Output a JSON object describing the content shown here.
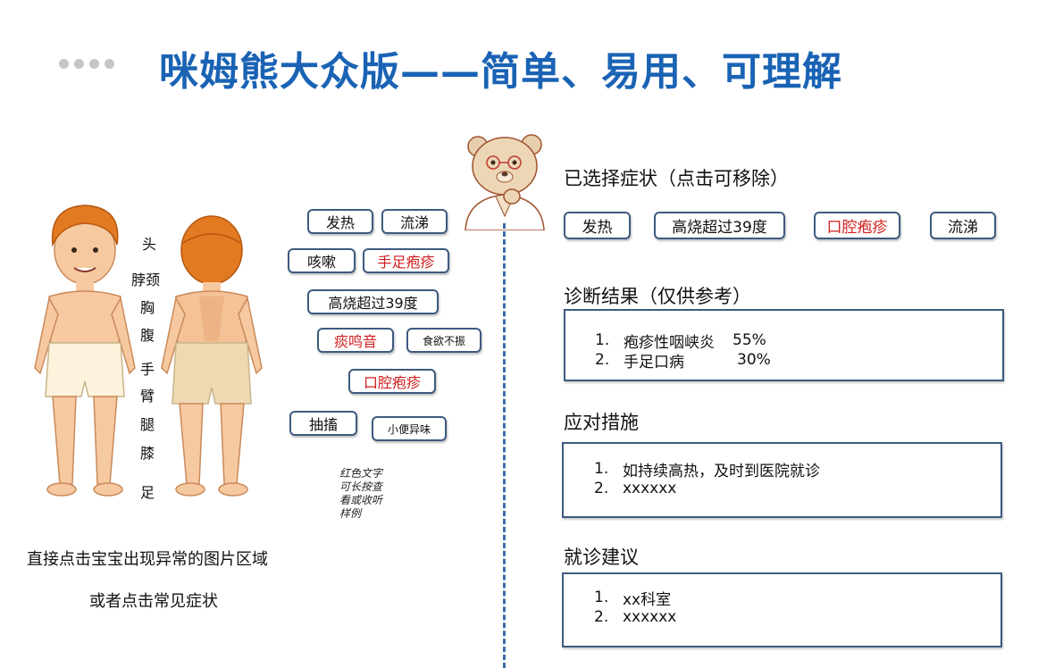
{
  "header": {
    "title": "咪姆熊大众版——简单、易用、可理解"
  },
  "body_parts": [
    "头",
    "脖颈",
    "胸",
    "腹",
    "手",
    "臂",
    "腿",
    "膝",
    "足"
  ],
  "symptoms": {
    "fever": "发热",
    "runny_nose": "流涕",
    "cough": "咳嗽",
    "hfmd": "手足疱疹",
    "high_fever": "高烧超过39度",
    "phlegm": "痰鸣音",
    "poor_appetite": "食欲不振",
    "oral_herpes": "口腔疱疹",
    "convulsion": "抽搐",
    "abnormal_urine": "小便异味"
  },
  "note_lines": [
    "红色文字",
    "可长按查",
    "看或收听",
    "样例"
  ],
  "hints": {
    "line1": "直接点击宝宝出现异常的图片区域",
    "line2": "或者点击常见症状"
  },
  "selected": {
    "title": "已选择症状（点击可移除）",
    "items": [
      "发热",
      "高烧超过39度",
      "口腔疱疹",
      "流涕"
    ]
  },
  "diagnosis": {
    "title": "诊断结果（仅供参考）",
    "items": [
      {
        "num": "1.",
        "name": "疱疹性咽峡炎",
        "pct": "55%"
      },
      {
        "num": "2.",
        "name": "手足口病",
        "pct": "30%"
      }
    ]
  },
  "measures": {
    "title": "应对措施",
    "items": [
      {
        "num": "1.",
        "text": "如持续高热，及时到医院就诊"
      },
      {
        "num": "2.",
        "text": "xxxxxx"
      }
    ]
  },
  "advice": {
    "title": "就诊建议",
    "items": [
      {
        "num": "1.",
        "text": "xx科室"
      },
      {
        "num": "2.",
        "text": "xxxxxx"
      }
    ]
  },
  "colors": {
    "title": "#1a63b4",
    "chip_border": "#3e5a80",
    "red_text": "#d21e1e",
    "divider": "#3a6ea5"
  }
}
